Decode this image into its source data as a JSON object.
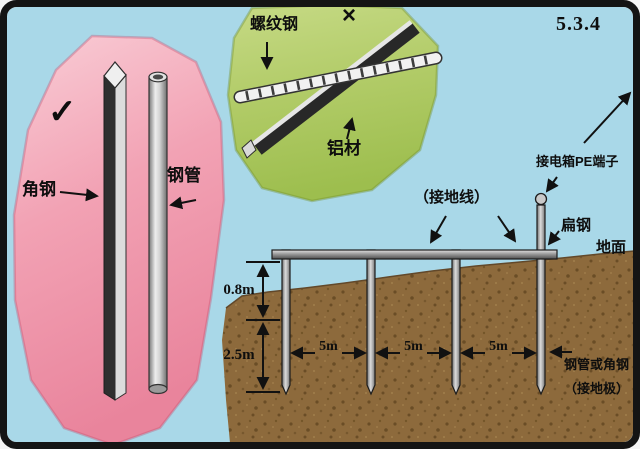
{
  "section_number": "5.3.4",
  "colors": {
    "sky": "#a9d8e8",
    "pink_panel": "#f2a2b4",
    "green_panel": "#b1cb67",
    "soil": "#8d6a3c",
    "frame": "#141414",
    "text": "#0e0e0e"
  },
  "suitable_panel": {
    "verdict_mark": "✓",
    "items": [
      {
        "label": "角钢"
      },
      {
        "label": "钢管"
      }
    ]
  },
  "unsuitable_panel": {
    "verdict_mark": "×",
    "items": [
      {
        "label": "螺纹钢"
      },
      {
        "label": "铝材"
      }
    ]
  },
  "installation_diagram": {
    "pe_terminal_label": "接电箱PE端子",
    "ground_wire_label": "（接地线）",
    "flat_steel_label": "扁钢",
    "ground_surface_label": "地面",
    "burial_depth": "0.8m",
    "electrode_length": "2.5m",
    "electrode_spacing": "5m",
    "electrode_material_label": "钢管或角钢",
    "electrode_role_label": "（接地极）"
  }
}
